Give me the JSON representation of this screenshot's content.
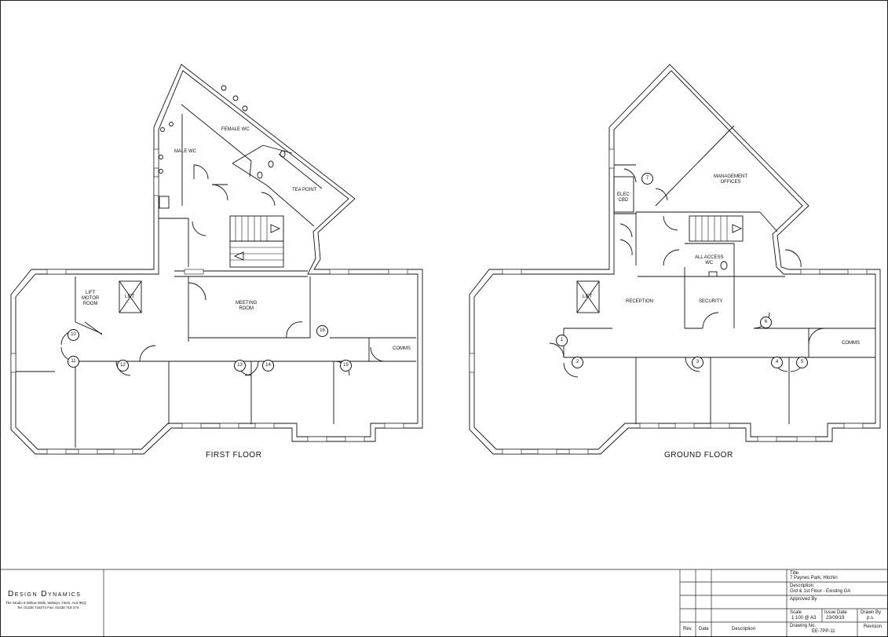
{
  "first_floor": {
    "title": "FIRST FLOOR",
    "rooms": {
      "female_wc": "FEMALE WC",
      "male_wc": "MALE WC",
      "tea_point": "TEA POINT",
      "lift_motor_room": [
        "LIFT",
        "MOTOR",
        "ROOM"
      ],
      "lift": "LIFT",
      "meeting_room": [
        "MEETING",
        "ROOM"
      ],
      "comms": "COMMS"
    },
    "door_numbers": [
      "10",
      "11",
      "12",
      "13",
      "14",
      "15",
      "16"
    ]
  },
  "ground_floor": {
    "title": "GROUND FLOOR",
    "rooms": {
      "management_offices": [
        "MANAGEMENT",
        "OFFICES"
      ],
      "elec_cbd": [
        "ELEC",
        "CBD"
      ],
      "all_access_wc": [
        "ALL ACCESS",
        "WC"
      ],
      "lift": "LIFT",
      "reception": "RECEPTION",
      "security": "SECURITY",
      "comms": "COMMS"
    },
    "door_numbers": [
      "1",
      "2",
      "3",
      "4",
      "5",
      "6",
      "7"
    ]
  },
  "title_block": {
    "company": "Design Dynamics",
    "address": "The Studio 8 Willow Walk, Welwyn, Herts. AL6 9EQ",
    "contact": "Tel: 01438 718274 Fax: 01438 718 274",
    "title_label": "Title",
    "title_value": "7 Paynes Park, Hitchin",
    "description_label": "Description",
    "description_value": "Grd & 1st Floor - Existing GA",
    "approved_label": "Approved By",
    "scale_label": "Scale",
    "scale_value": "1:100 @ A3",
    "issue_date_label": "Issue Date",
    "issue_date_value": "23/09/19",
    "drawn_by_label": "Drawn By",
    "drawn_by_value": "p.s.",
    "drawing_no_label": "Drawing No.",
    "drawing_no_value": "EE-7PP-11",
    "revision_label": "Revision",
    "rev_col": "Rev.",
    "date_col": "Date",
    "desc_col": "Description"
  }
}
